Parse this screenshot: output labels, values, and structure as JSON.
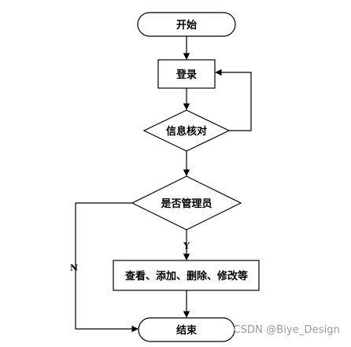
{
  "nodes": {
    "start": "开始",
    "login": "登录",
    "verify": "信息核对",
    "is_admin": "是否管理员",
    "actions": "查看、添加、删除、修改等",
    "end": "结束"
  },
  "edges": {
    "yes_label": "Y",
    "no_label": "N"
  },
  "watermark": "CSDN @Biye_Design"
}
